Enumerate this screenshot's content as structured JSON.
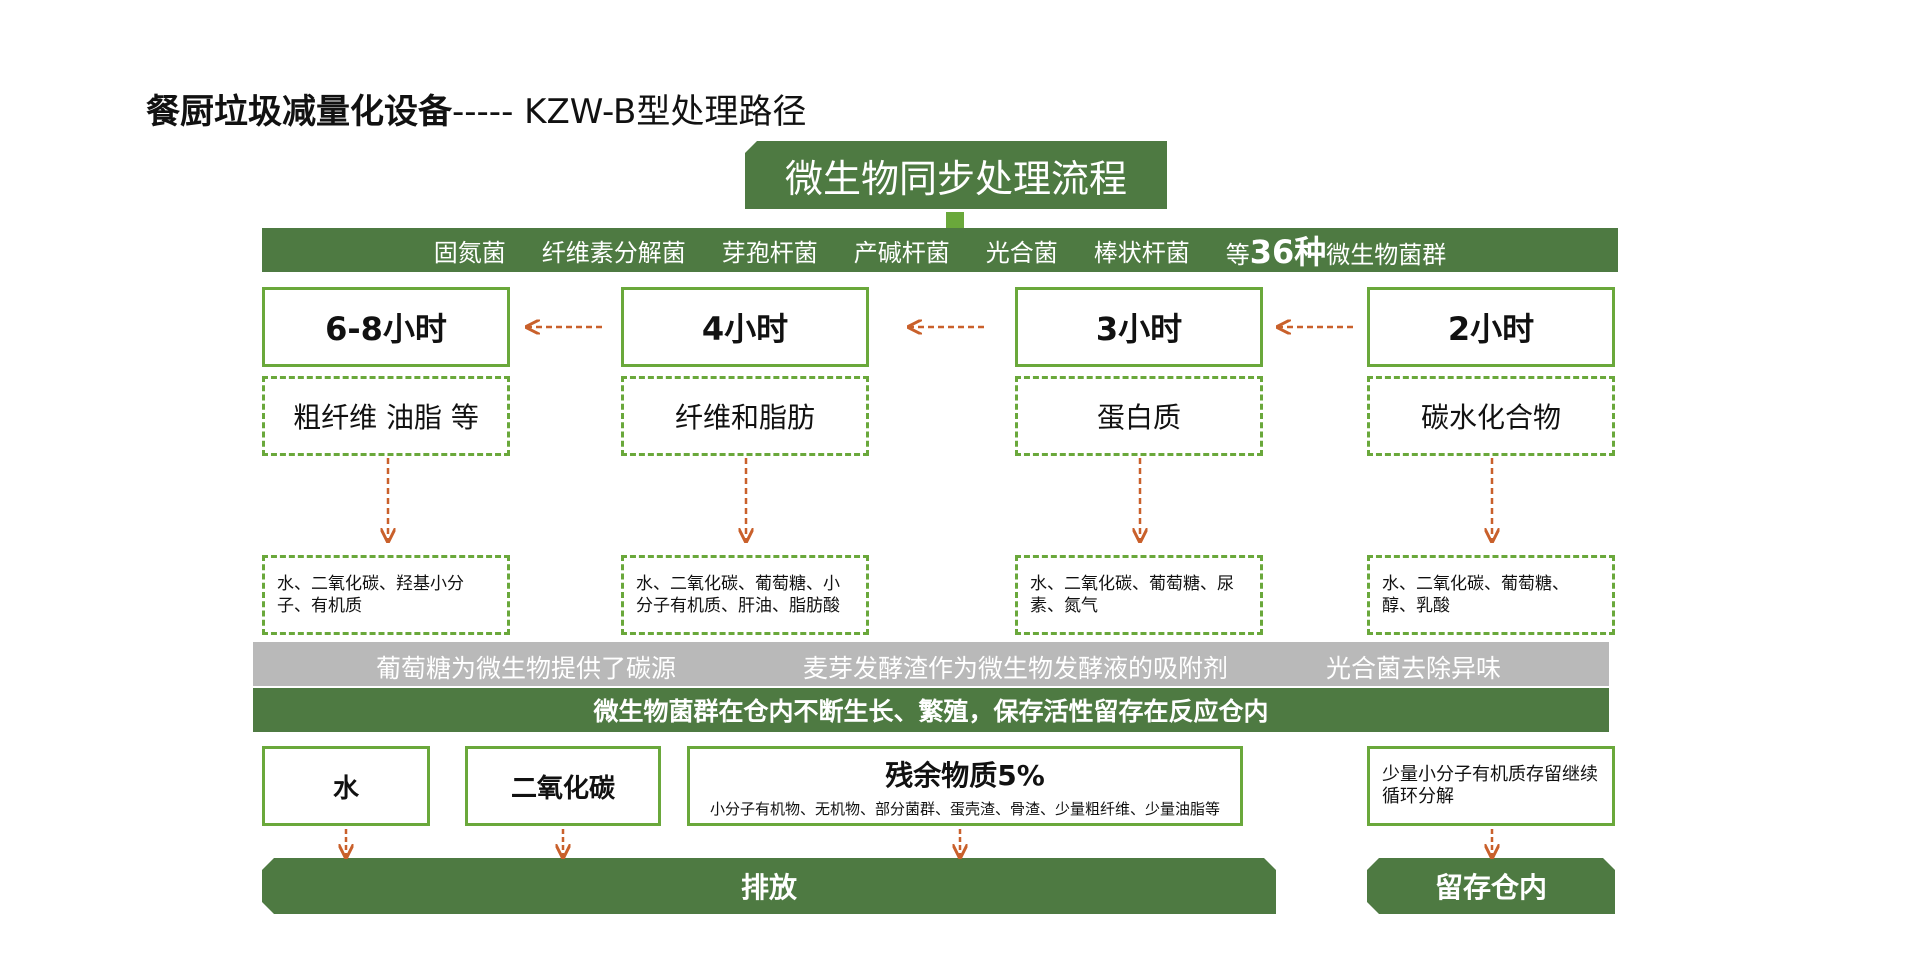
{
  "title": {
    "main": "餐厨垃圾减量化设备",
    "sub": "----- KZW-B型处理路径"
  },
  "header": "微生物同步处理流程",
  "bacteria": {
    "items": [
      "固氮菌",
      "纤维素分解菌",
      "芽孢杆菌",
      "产碱杆菌",
      "光合菌",
      "棒状杆菌"
    ],
    "summary_prefix": "等",
    "summary_count": "36种",
    "summary_suffix": "微生物菌群"
  },
  "stages": [
    {
      "time": "6-8小时",
      "substance": "粗纤维 油脂 等",
      "products": "水、二氧化碳、羟基小分子、有机质"
    },
    {
      "time": "4小时",
      "substance": "纤维和脂肪",
      "products": "水、二氧化碳、葡萄糖、小分子有机质、肝油、脂肪酸"
    },
    {
      "time": "3小时",
      "substance": "蛋白质",
      "products": "水、二氧化碳、葡萄糖、尿素、氮气"
    },
    {
      "time": "2小时",
      "substance": "碳水化合物",
      "products": "水、二氧化碳、葡萄糖、醇、乳酸"
    }
  ],
  "notes": [
    "葡萄糖为微生物提供了碳源",
    "麦芽发酵渣作为微生物发酵液的吸附剂",
    "光合菌去除异味"
  ],
  "growth": "微生物菌群在仓内不断生长、繁殖，保存活性留存在反应仓内",
  "results": {
    "water": "水",
    "co2": "二氧化碳",
    "residual_title": "残余物质5%",
    "residual_detail": "小分子有机物、无机物、部分菌群、蛋壳渣、骨渣、少量粗纤维、少量油脂等",
    "retain_detail": "少量小分子有机质存留继续循环分解"
  },
  "outputs": {
    "discharge": "排放",
    "retain": "留存仓内"
  },
  "colors": {
    "green_dark": "#4e7a42",
    "green_border": "#6aa83b",
    "gray_bar": "#b9b9b9",
    "arrow": "#c9602b"
  }
}
